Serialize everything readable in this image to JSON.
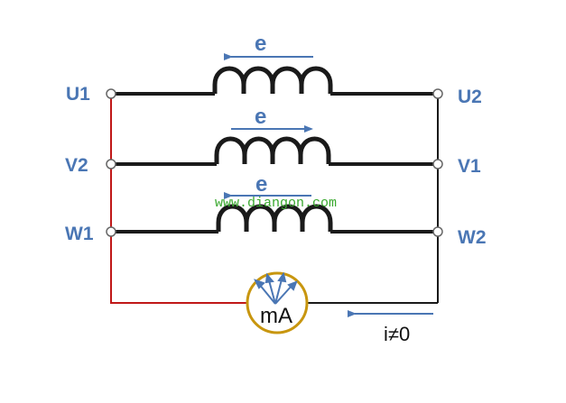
{
  "terminals": {
    "u1": "U1",
    "u2": "U2",
    "v1": "V1",
    "v2": "V2",
    "w1": "W1",
    "w2": "W2"
  },
  "windings": {
    "top_emf": "e",
    "middle_emf": "e",
    "bottom_emf": "e"
  },
  "meter": {
    "label": "mA"
  },
  "current": {
    "label": "i≠0"
  },
  "watermark": "www.diangon.com",
  "colors": {
    "wire": "#1a1a1a",
    "meter_wire": "#c01818",
    "label_blue": "#4a76b4",
    "meter_ring": "#c8960f",
    "watermark_green": "#3aa82f"
  }
}
